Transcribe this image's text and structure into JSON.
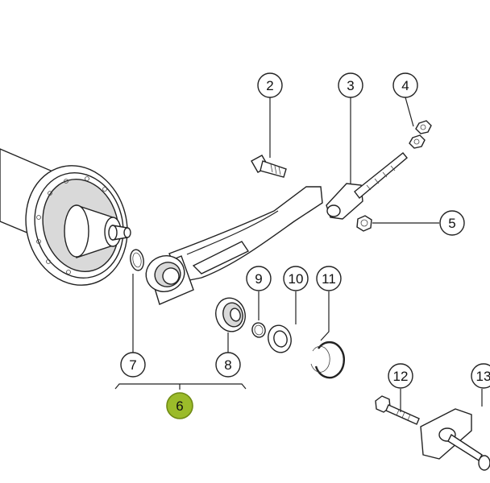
{
  "callouts": [
    {
      "id": "c2",
      "label": "2"
    },
    {
      "id": "c3",
      "label": "3"
    },
    {
      "id": "c4",
      "label": "4"
    },
    {
      "id": "c5",
      "label": "5"
    },
    {
      "id": "c6",
      "label": "6",
      "highlight": true
    },
    {
      "id": "c7",
      "label": "7"
    },
    {
      "id": "c8",
      "label": "8"
    },
    {
      "id": "c9",
      "label": "9"
    },
    {
      "id": "c10",
      "label": "10"
    },
    {
      "id": "c11",
      "label": "11"
    },
    {
      "id": "c12",
      "label": "12"
    },
    {
      "id": "c13",
      "label": "13"
    }
  ],
  "colors": {
    "highlight_fill": "#9bbb2a",
    "highlight_stroke": "#6f8a14",
    "line": "#222222",
    "background": "#ffffff"
  }
}
